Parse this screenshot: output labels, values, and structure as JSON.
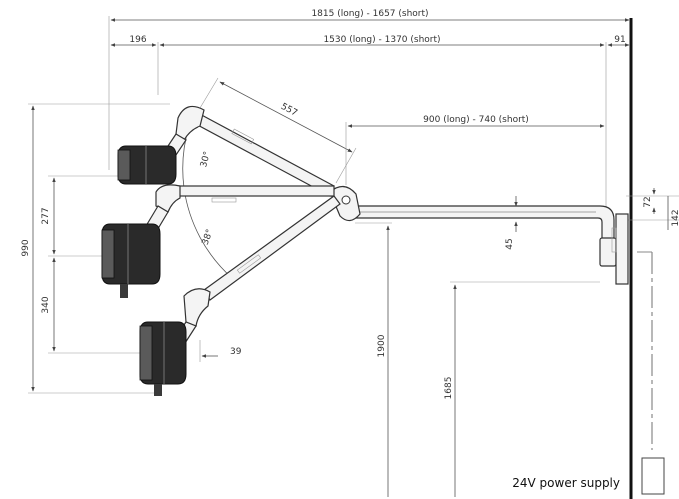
{
  "dimensions": {
    "total_width": "1815 (long) - 1657 (short)",
    "arm_span": "1530 (long) - 1370 (short)",
    "head_offset": "196",
    "wall_offset": "91",
    "arm_segment": "557",
    "horizontal_arm": "900 (long) - 740 (short)",
    "angle_top": "30°",
    "angle_bottom": "38°",
    "head_depth": "39",
    "height_total": "990",
    "height_upper": "277",
    "height_lower": "340",
    "mount_height_1": "1900",
    "mount_height_2": "1685",
    "arm_thickness": "45",
    "bracket_72": "72",
    "bracket_142": "142"
  },
  "labels": {
    "power_supply": "24V power supply"
  }
}
